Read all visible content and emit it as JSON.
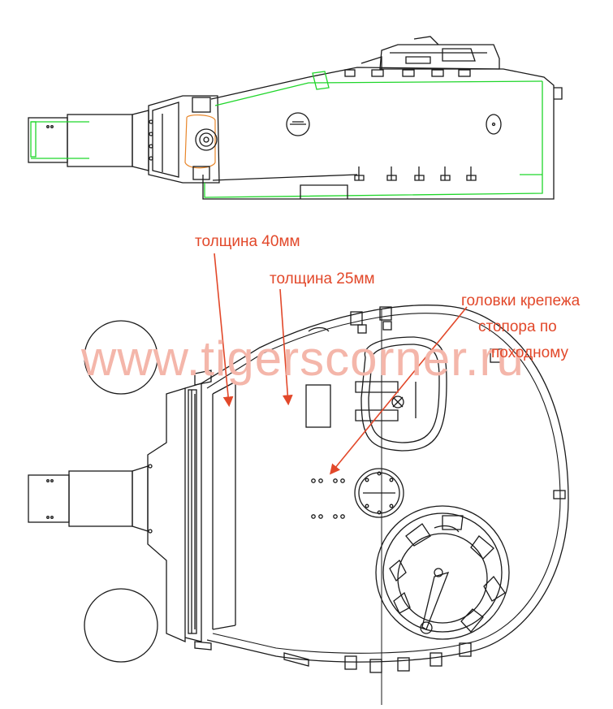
{
  "labels": {
    "thickness_40": "толщина 40мм",
    "thickness_25": "толщина 25мм",
    "fastener_line1": "головки крепежа",
    "fastener_line2": "стопора по",
    "fastener_line3": "походному"
  },
  "watermark": "www.tigerscorner.ru",
  "colors": {
    "line": "#1a1a1a",
    "green": "#1fd62a",
    "orange": "#e8862a",
    "annotation": "#e2482a",
    "watermark": "#f4b6aa"
  }
}
